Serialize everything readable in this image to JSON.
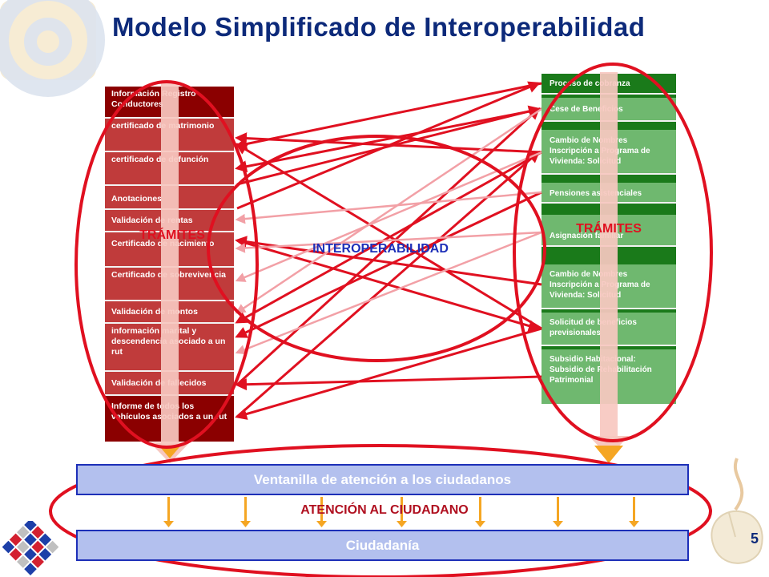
{
  "title": "Modelo Simplificado de Interoperabilidad",
  "left_items": [
    "Información Registro Conductores",
    "certificado de matrimonio",
    "certificado de defunción",
    "Anotaciones",
    "Validación de rentas",
    "Certificado de nacimiento",
    "Certificado de sobrevivencia",
    "Validación de montos",
    "información marital y descendencia asociado a un rut",
    "Validación de fallecidos",
    "Informe de todos los vehículos asociados a un rut"
  ],
  "right_items": [
    "Proceso de cobranza",
    "Cese de Beneficios",
    "Cambio de Nombres Inscripción a Programa de Vivienda: Solicitud",
    "Pensiones asistenciales",
    "Asignación familiar",
    "Cambio de Nombres Inscripción a Programa de Vivienda: Solicitud",
    "Solicitud de beneficios previsionales",
    "Subsidio Habitacional: Subsidio de Rehabilitación Patrimonial"
  ],
  "labels": {
    "tramites_left": "TRÁMITES",
    "tramites_right": "TRÁMITES",
    "interoperabilidad": "INTEROPERABILIDAD",
    "ventanilla": "Ventanilla de atención a los ciudadanos",
    "atencion": "ATENCIÓN AL CIUDADANO",
    "ciudadania": "Ciudadanía"
  },
  "page_number": "5",
  "colors": {
    "title": "#0d2a7a",
    "left_panel": "#8b0000",
    "left_item": "#c03b3b",
    "right_panel": "#1a7a1a",
    "right_item": "#6fb86f",
    "ellipse": "#e01020",
    "bar": "#b3c0ee",
    "bar_border": "#1d2fb8",
    "arrow_orange": "#f5a623"
  }
}
